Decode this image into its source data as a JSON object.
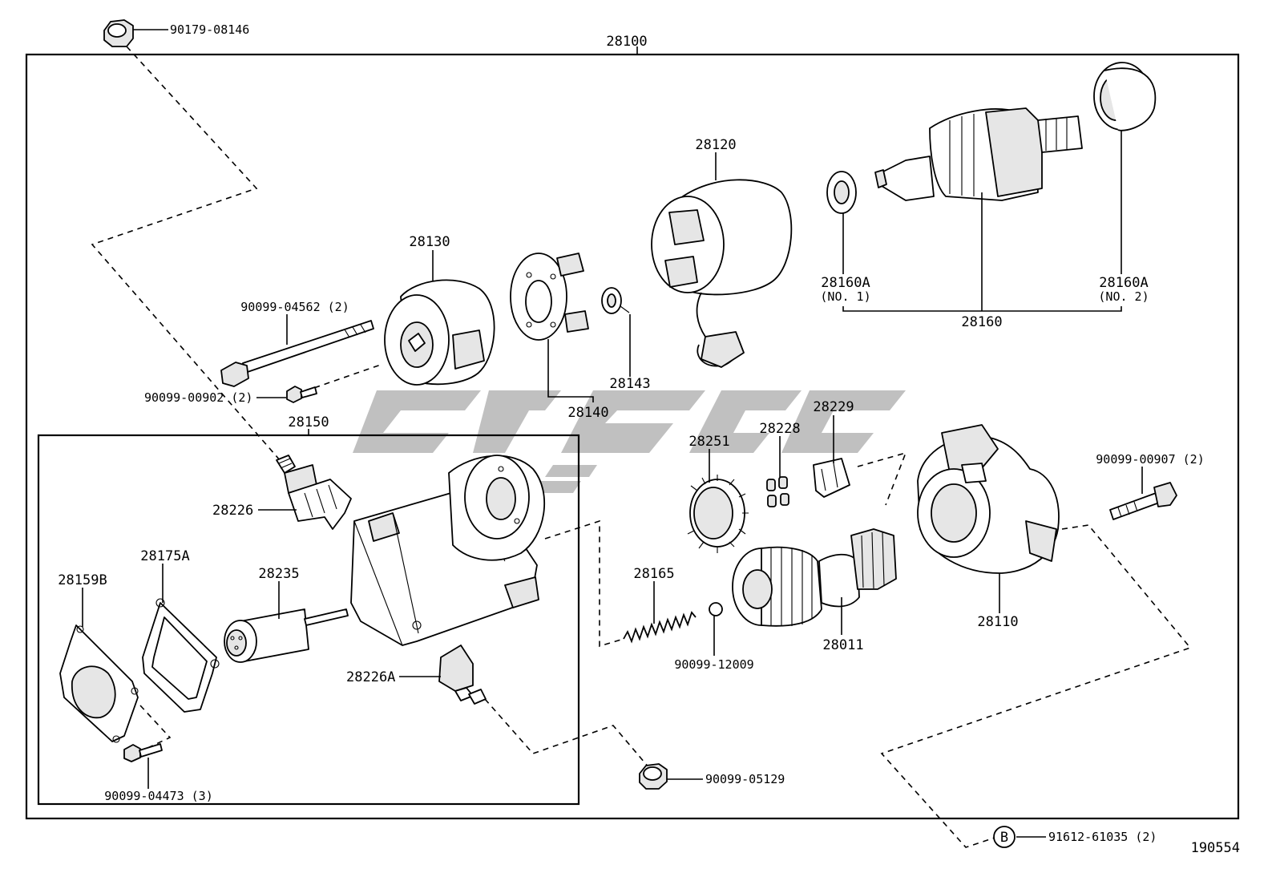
{
  "diagram": {
    "assembly_number": "28100",
    "drawing_number": "190554",
    "sub_assembly_number": "28150",
    "callout_letter": "B"
  },
  "labels": {
    "p90179_08146": "90179-08146",
    "p28130": "28130",
    "p28120": "28120",
    "p28160a_no1": "28160A",
    "p28160a_no1_note": "(NO. 1)",
    "p28160a_no2": "28160A",
    "p28160a_no2_note": "(NO. 2)",
    "p28160": "28160",
    "p90099_04562": "90099-04562 (2)",
    "p90099_00902": "90099-00902 (2)",
    "p28143": "28143",
    "p28140": "28140",
    "p28229": "28229",
    "p28228": "28228",
    "p28251": "28251",
    "p90099_00907": "90099-00907 (2)",
    "p28226": "28226",
    "p28175a": "28175A",
    "p28159b": "28159B",
    "p28235": "28235",
    "p28165": "28165",
    "p90099_12009": "90099-12009",
    "p28011": "28011",
    "p28110": "28110",
    "p28226a": "28226A",
    "p90099_04473": "90099-04473 (3)",
    "p90099_05129": "90099-05129",
    "p91612_61035": "91612-61035 (2)"
  }
}
